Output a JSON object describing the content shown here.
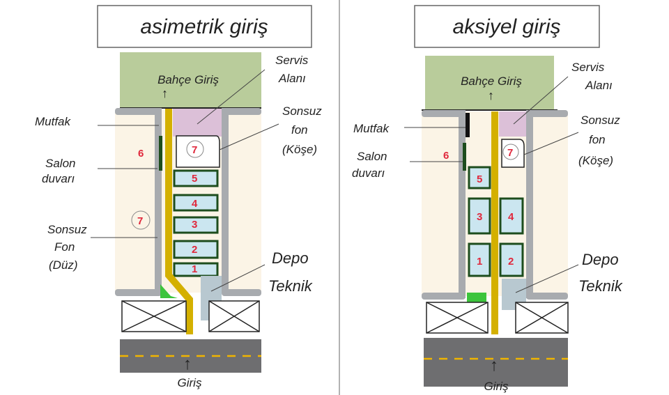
{
  "left": {
    "title": "asimetrik giriş",
    "garden": "Bahçe Giriş",
    "labels": {
      "mutfak": "Mutfak",
      "salon1": "Salon",
      "salon2": "duvarı",
      "sonsuz_duz1": "Sonsuz",
      "sonsuz_duz2": "Fon",
      "sonsuz_duz3": "(Düz)",
      "servis1": "Servis",
      "servis2": "Alanı",
      "sonsuz_kose1": "Sonsuz",
      "sonsuz_kose2": "fon",
      "sonsuz_kose3": "(Köşe)",
      "depo": "Depo",
      "teknik": "Teknik"
    },
    "numbers": {
      "n6": "6",
      "n7a": "7",
      "n7b": "7",
      "n5": "5",
      "n4": "4",
      "n3": "3",
      "n2": "2",
      "n1": "1"
    },
    "entrance": "Giriş"
  },
  "right": {
    "title": "aksiyel giriş",
    "garden": "Bahçe Giriş",
    "labels": {
      "mutfak": "Mutfak",
      "salon1": "Salon",
      "salon2": "duvarı",
      "servis1": "Servis",
      "servis2": "Alanı",
      "sonsuz_kose1": "Sonsuz",
      "sonsuz_kose2": "fon",
      "sonsuz_kose3": "(Köşe)",
      "depo": "Depo",
      "teknik": "Teknik"
    },
    "numbers": {
      "n6": "6",
      "n7": "7",
      "n5": "5",
      "n4": "4",
      "n3": "3",
      "n2": "2",
      "n1": "1"
    },
    "entrance": "Giriş"
  },
  "colors": {
    "garden": "#b9cc9b",
    "wall": "#a8abaf",
    "path": "#d4b000",
    "service": "#dcc0d8",
    "room": "#cbe6f0",
    "depo": "#b8c8d0",
    "road": "#6e6e70",
    "number": "#e0283c"
  }
}
